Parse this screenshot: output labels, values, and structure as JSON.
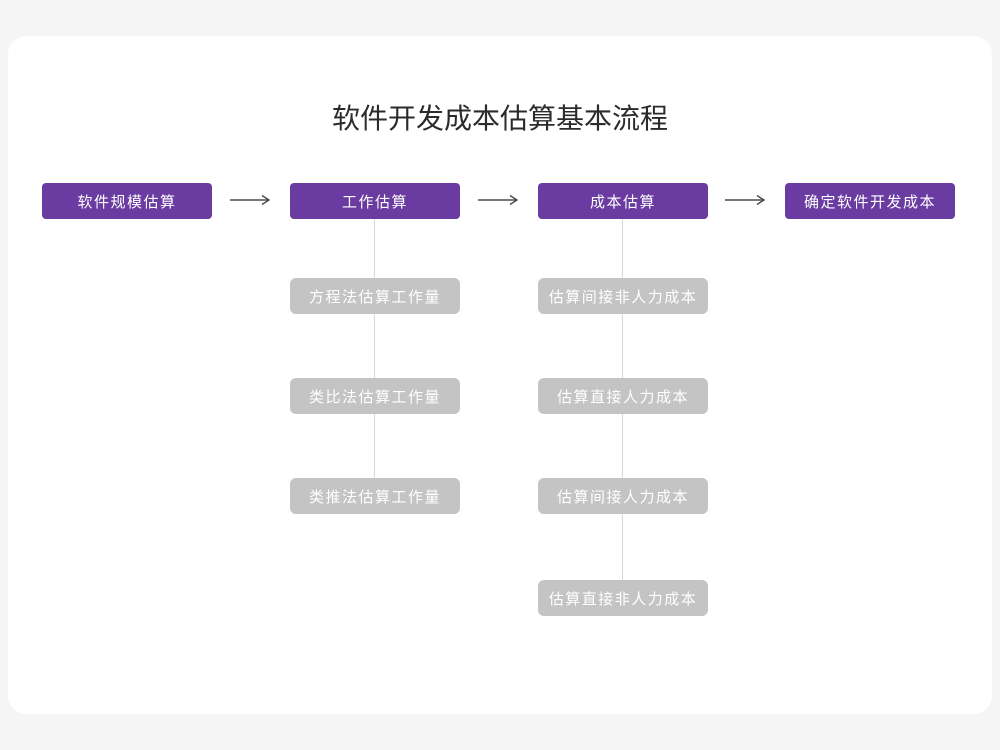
{
  "title": "软件开发成本估算基本流程",
  "flow": {
    "nodes": [
      {
        "label": "软件规模估算"
      },
      {
        "label": "工作估算"
      },
      {
        "label": "成本估算"
      },
      {
        "label": "确定软件开发成本"
      }
    ]
  },
  "sub_columns": {
    "work": [
      "方程法估算工作量",
      "类比法估算工作量",
      "类推法估算工作量"
    ],
    "cost": [
      "估算间接非人力成本",
      "估算直接人力成本",
      "估算间接人力成本",
      "估算直接非人力成本"
    ]
  },
  "colors": {
    "node_fill": "#6a3ba0",
    "sub_node_fill": "#c4c4c4",
    "connector": "#d9d9d9",
    "arrow": "#4d4d4d",
    "card_background": "#ffffff",
    "page_background": "#f4f5f4",
    "title_color": "#2b2b2b"
  }
}
